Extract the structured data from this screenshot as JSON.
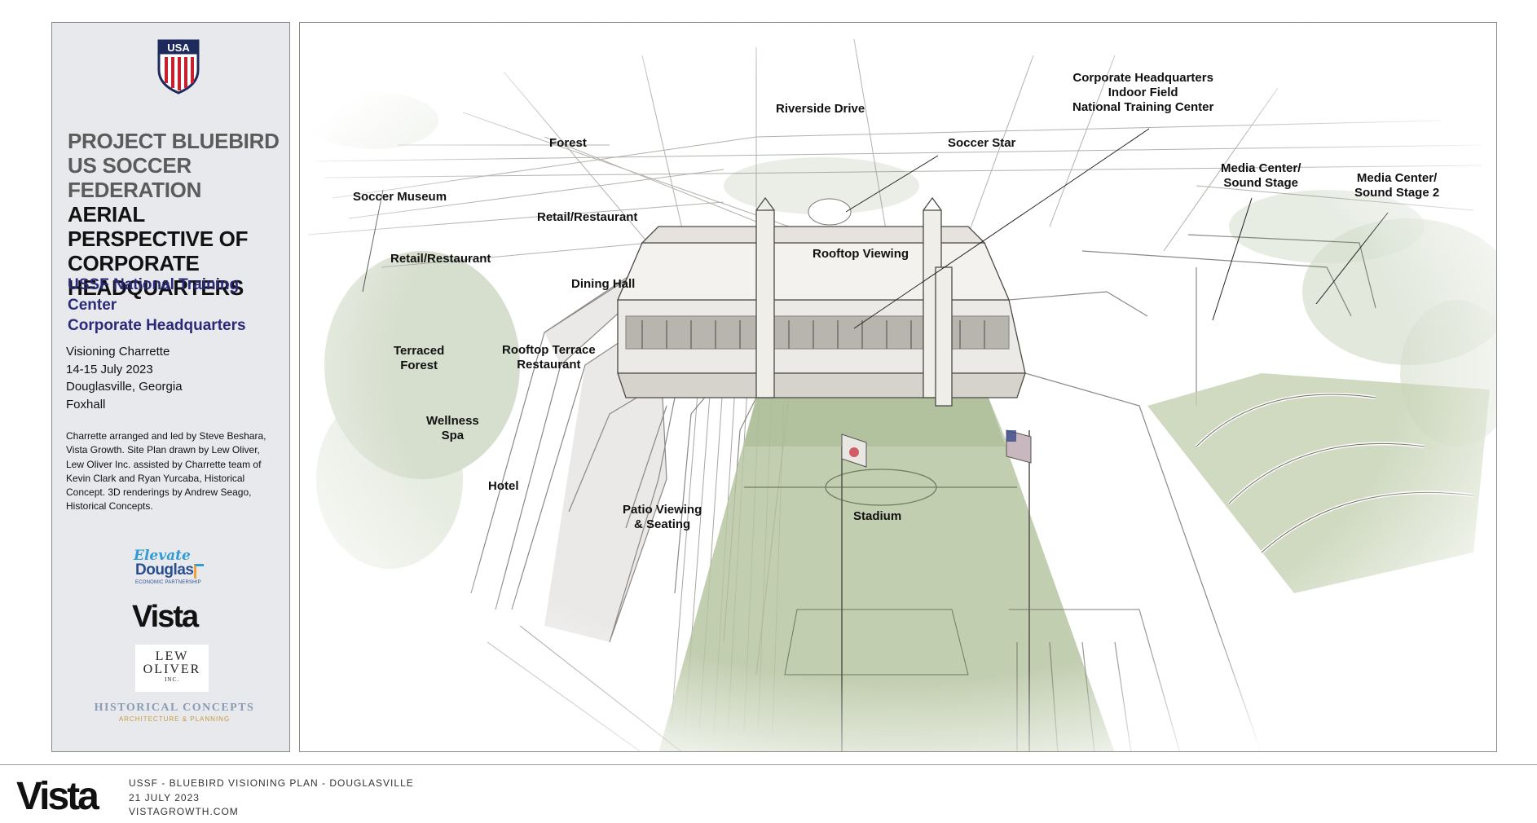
{
  "sidebar": {
    "crest_letters": "USA",
    "title_grey": [
      "PROJECT BLUEBIRD",
      "US SOCCER FEDERATION"
    ],
    "title_dark": [
      "AERIAL PERSPECTIVE OF",
      "CORPORATE",
      "HEADQUARTERS"
    ],
    "subtitle": [
      "USSF National Training Center",
      "Corporate Headquarters"
    ],
    "event": [
      "Visioning Charrette",
      "14-15 July 2023",
      "Douglasville, Georgia",
      "Foxhall"
    ],
    "credits": "Charrette arranged and led by Steve Beshara, Vista Growth. Site Plan drawn by Lew Oliver, Lew Oliver Inc. assisted by Charrette team of Kevin Clark and Ryan Yurcaba, Historical Concept. 3D renderings by Andrew Seago, Historical Concepts.",
    "logos": {
      "elevate": {
        "line1": "Elevate",
        "line2": "Douglas",
        "line3": "ECONOMIC PARTNERSHIP"
      },
      "vista": "Vista",
      "lew_oliver": {
        "line1": "LEW",
        "line2": "OLIVER",
        "line3": "INC."
      },
      "historical_concepts": {
        "line1": "HISTORICAL CONCEPTS",
        "line2": "ARCHITECTURE & PLANNING"
      }
    }
  },
  "rendering": {
    "labels": {
      "riverside_drive": "Riverside Drive",
      "corporate_hq": [
        "Corporate Headquarters",
        "Indoor Field",
        "National Training Center"
      ],
      "forest": "Forest",
      "soccer_star": "Soccer Star",
      "media_center_1": [
        "Media Center/",
        "Sound Stage"
      ],
      "media_center_2": [
        "Media Center/",
        "Sound Stage 2"
      ],
      "soccer_museum": "Soccer Museum",
      "retail_restaurant_1": "Retail/Restaurant",
      "retail_restaurant_2": "Retail/Restaurant",
      "rooftop_viewing": "Rooftop Viewing",
      "dining_hall": "Dining Hall",
      "terraced_forest": [
        "Terraced",
        "Forest"
      ],
      "rooftop_terrace": [
        "Rooftop Terrace",
        "Restaurant"
      ],
      "wellness_spa": [
        "Wellness",
        "Spa"
      ],
      "hotel": "Hotel",
      "patio_viewing": [
        "Patio Viewing",
        "& Seating"
      ],
      "stadium": "Stadium"
    },
    "colors": {
      "field": "#b7c6a2",
      "sketch": "#7d7a74",
      "foliage": "#c9d3bd"
    }
  },
  "footer": {
    "logo": "Vista",
    "lines": [
      "USSF - BLUEBIRD VISIONING PLAN - DOUGLASVILLE",
      "21 JULY 2023",
      "VISTAGROWTH.COM"
    ]
  }
}
